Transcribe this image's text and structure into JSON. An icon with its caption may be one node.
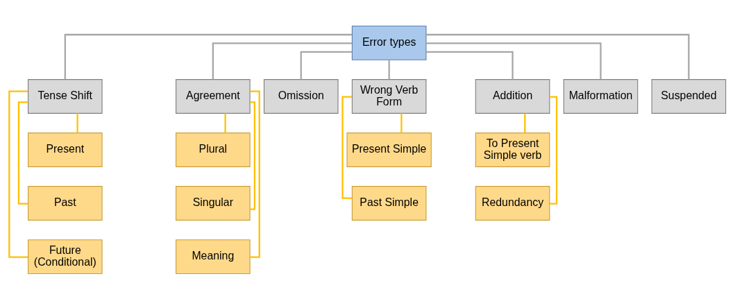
{
  "diagram": {
    "nodes": [
      {
        "text": [
          "Error types"
        ]
      },
      {
        "text": [
          "Tense Shift"
        ]
      },
      {
        "text": [
          "Agreement"
        ]
      },
      {
        "text": [
          "Omission"
        ]
      },
      {
        "text": [
          "Wrong Verb Form"
        ]
      },
      {
        "text": [
          "Addition"
        ]
      },
      {
        "text": [
          "Malformation"
        ]
      },
      {
        "text": [
          "Suspended"
        ]
      },
      {
        "text": [
          "Present"
        ]
      },
      {
        "text": [
          "Past"
        ]
      },
      {
        "text": [
          "Future (Conditional)"
        ]
      },
      {
        "text": [
          "Plural"
        ]
      },
      {
        "text": [
          "Singular"
        ]
      },
      {
        "text": [
          "Meaning"
        ]
      },
      {
        "text": [
          "Present Simple"
        ]
      },
      {
        "text": [
          "Past Simple"
        ]
      },
      {
        "text": [
          "To Present Simple verb"
        ]
      },
      {
        "text": [
          "Redundancy"
        ]
      }
    ],
    "edges": [
      {
        "from": 0,
        "to": 1,
        "arrow": "none",
        "color": "#a6a6a6"
      },
      {
        "from": 0,
        "to": 2,
        "arrow": "none",
        "color": "#a6a6a6"
      },
      {
        "from": 0,
        "to": 3,
        "arrow": "none",
        "color": "#a6a6a6"
      },
      {
        "from": 0,
        "to": 4,
        "arrow": "none",
        "color": "#a6a6a6"
      },
      {
        "from": 0,
        "to": 5,
        "arrow": "none",
        "color": "#a6a6a6"
      },
      {
        "from": 0,
        "to": 6,
        "arrow": "none",
        "color": "#a6a6a6"
      },
      {
        "from": 0,
        "to": 7,
        "arrow": "none",
        "color": "#a6a6a6"
      },
      {
        "from": 1,
        "to": 8,
        "arrow": "none"
      },
      {
        "from": 1,
        "to": 9,
        "arrow": "none"
      },
      {
        "from": 1,
        "to": 10,
        "arrow": "none"
      },
      {
        "from": 2,
        "to": 11,
        "arrow": "none"
      },
      {
        "from": 2,
        "to": 12,
        "arrow": "none"
      },
      {
        "from": 2,
        "to": 13,
        "arrow": "none"
      },
      {
        "from": 4,
        "to": 14,
        "arrow": "none"
      },
      {
        "from": 4,
        "to": 15,
        "arrow": "none"
      },
      {
        "from": 5,
        "to": 16,
        "arrow": "none"
      },
      {
        "from": 5,
        "to": 17,
        "arrow": "none"
      }
    ]
  }
}
